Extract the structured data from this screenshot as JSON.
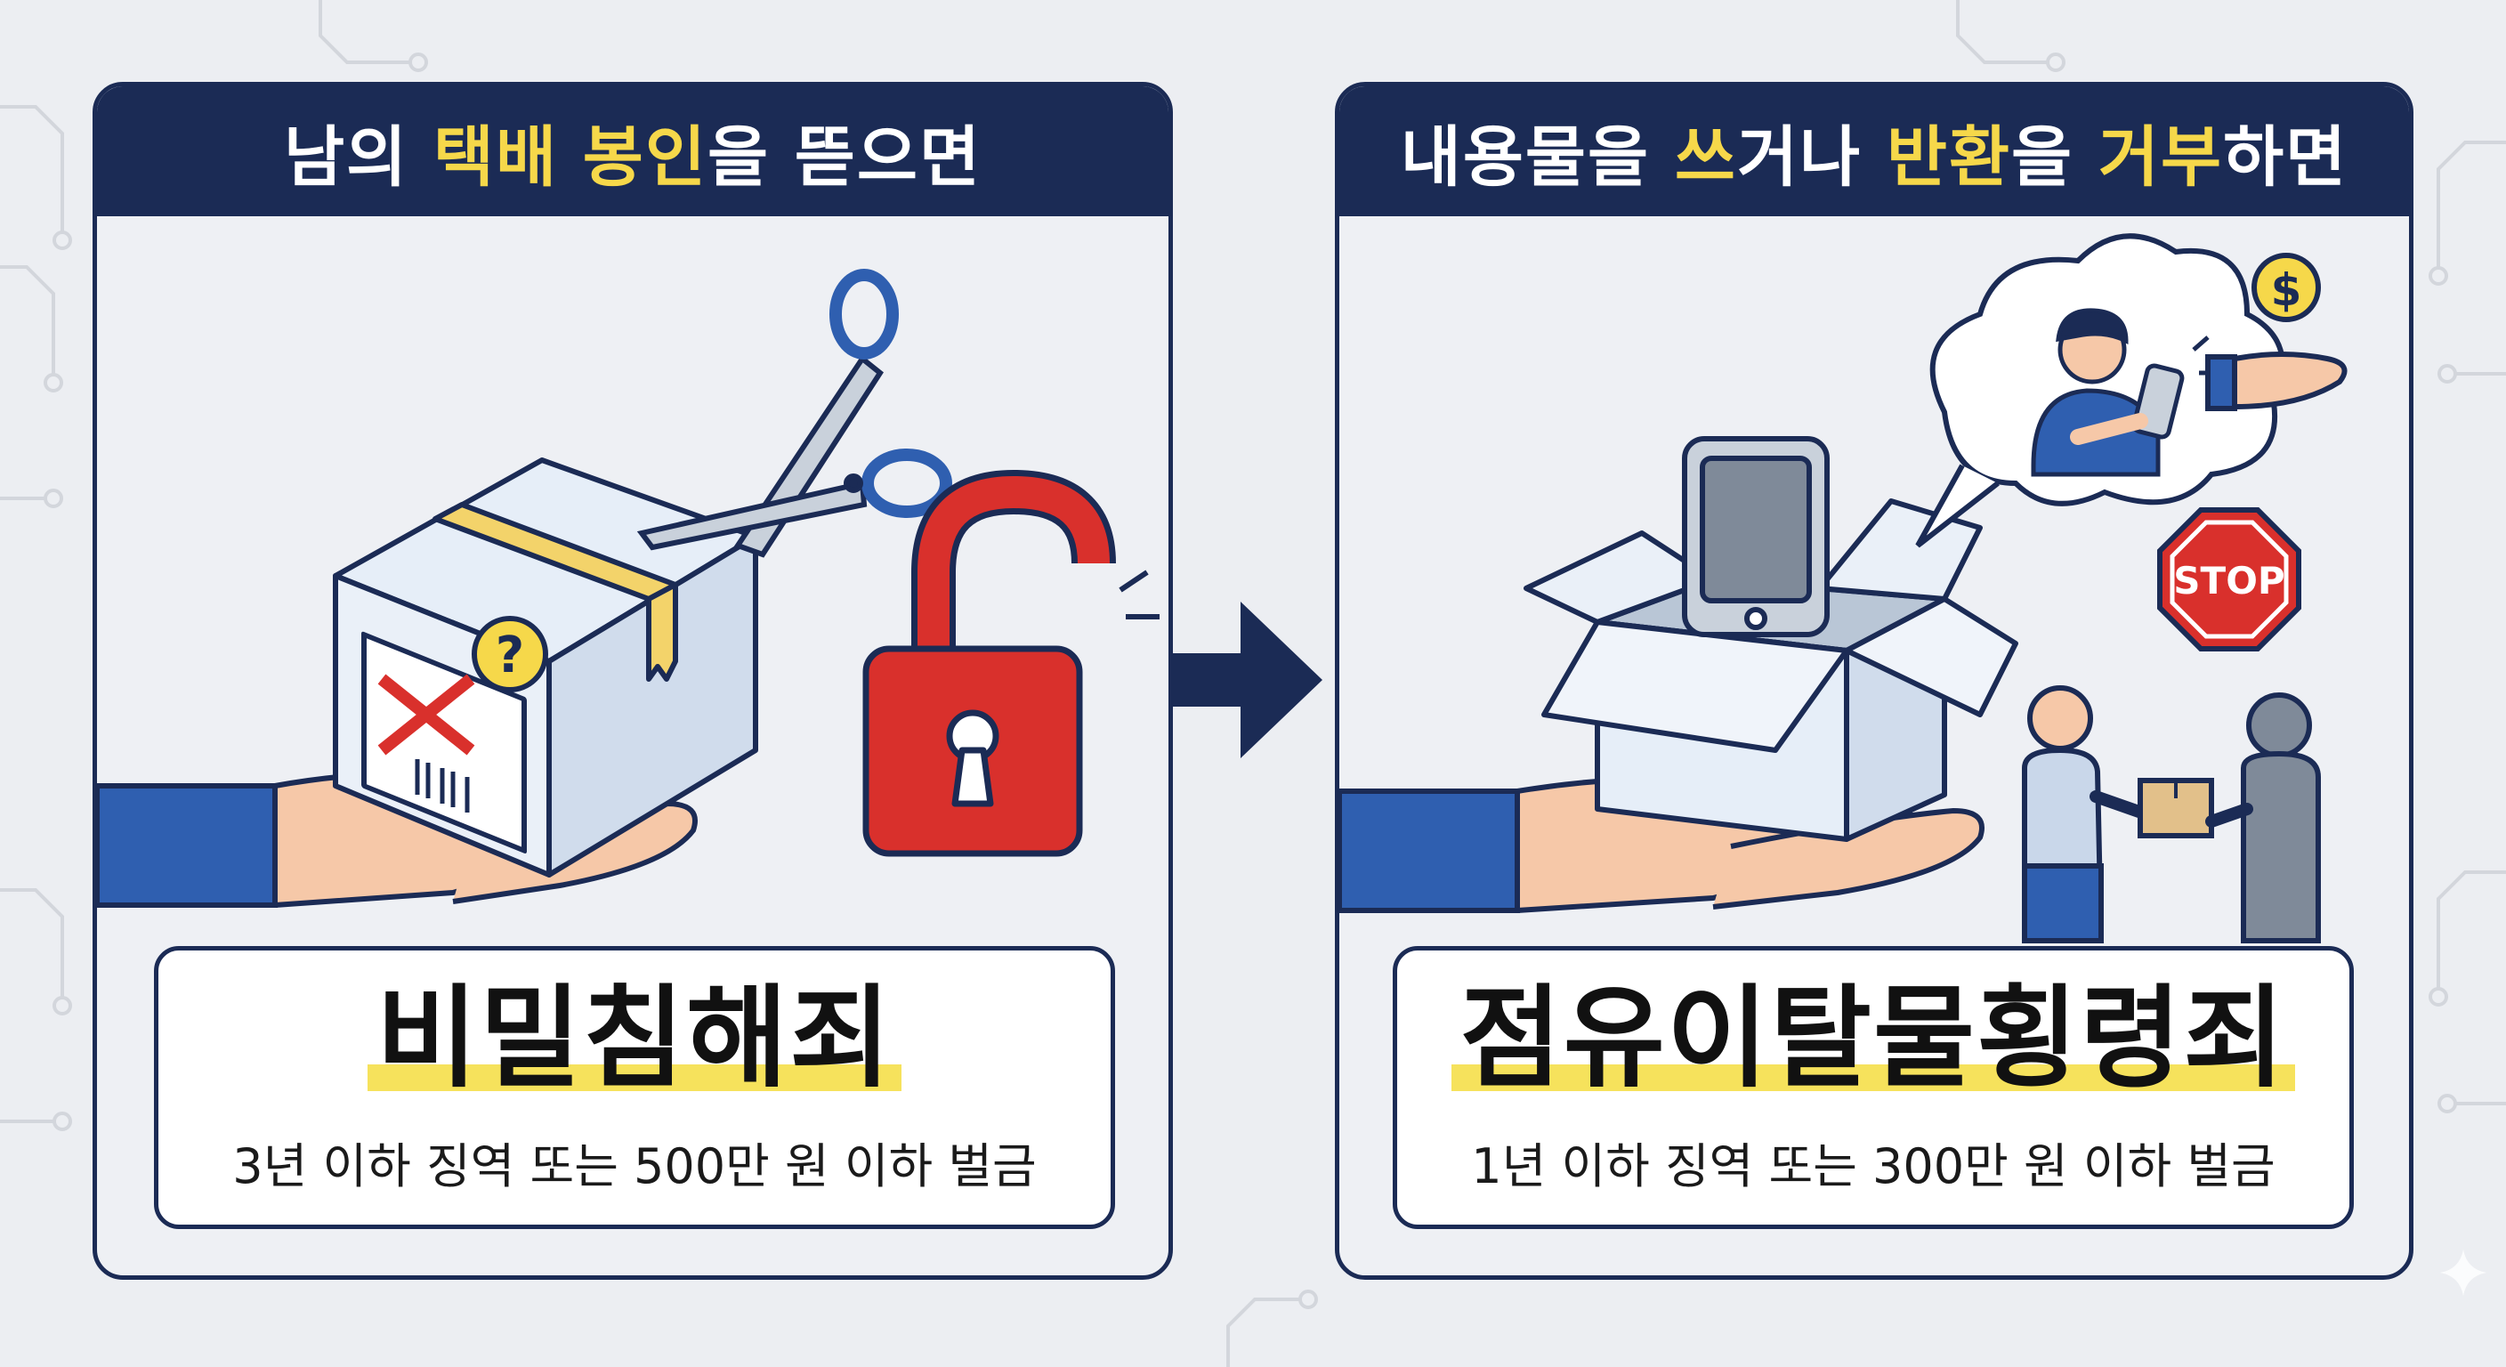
{
  "left_panel": {
    "header": {
      "parts": [
        {
          "text": "남의 ",
          "highlight": false
        },
        {
          "text": "택배 봉인",
          "highlight": true
        },
        {
          "text": "을 뜯으면",
          "highlight": false
        }
      ]
    },
    "crime": "비밀침해죄",
    "penalty": "3년 이하 징역 또는 500만 원 이하 벌금"
  },
  "right_panel": {
    "header": {
      "parts": [
        {
          "text": "내용물을 ",
          "highlight": false
        },
        {
          "text": "쓰",
          "highlight": true
        },
        {
          "text": "거나 ",
          "highlight": false
        },
        {
          "text": "반환",
          "highlight": true
        },
        {
          "text": "을 ",
          "highlight": false
        },
        {
          "text": "거부",
          "highlight": true
        },
        {
          "text": "하면",
          "highlight": false
        }
      ]
    },
    "crime": "점유이탈물횡령죄",
    "penalty": "1년 이하 징역 또는 300만 원 이하 벌금",
    "stop_sign": "STOP",
    "coin_symbol": "$"
  },
  "colors": {
    "navy": "#1b2b55",
    "highlight_yellow": "#f6d84a",
    "lock_red": "#d9302c",
    "hand_skin": "#f6c8a8",
    "sleeve_blue": "#2f5fb0",
    "box_blue": "#d5e2f2"
  },
  "icons": [
    "hand-icon",
    "package-box-icon",
    "scissors-icon",
    "open-padlock-icon",
    "question-mark-icon",
    "arrow-right-icon",
    "open-box-icon",
    "tablet-icon",
    "thought-bubble-icon",
    "person-with-phone-icon",
    "coin-in-hand-icon",
    "stop-sign-icon",
    "two-people-handover-icon"
  ]
}
